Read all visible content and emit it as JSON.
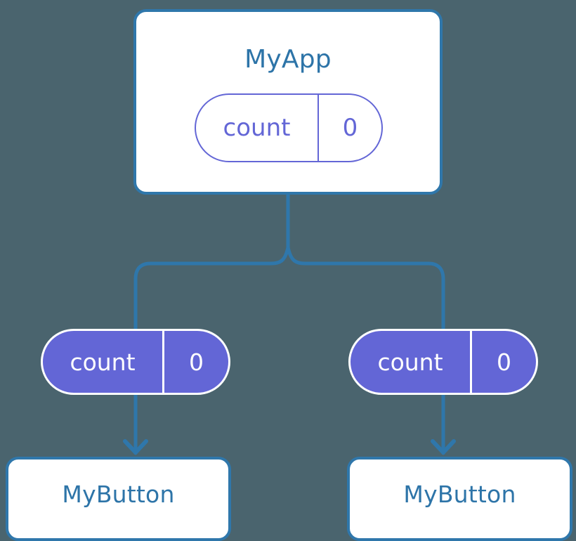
{
  "diagram": {
    "title_hidden": "React state and props flow",
    "background_color": "#4a646e",
    "wire_color": "#2f77ab",
    "component_border_color": "#2f77ab",
    "component_text_color": "#2d74a8",
    "state_color": "#6366d6",
    "root": {
      "name": "MyApp",
      "state": {
        "key": "count",
        "value": "0"
      }
    },
    "children": [
      {
        "name": "MyButton",
        "props": {
          "key": "count",
          "value": "0"
        }
      },
      {
        "name": "MyButton",
        "props": {
          "key": "count",
          "value": "0"
        }
      }
    ]
  }
}
